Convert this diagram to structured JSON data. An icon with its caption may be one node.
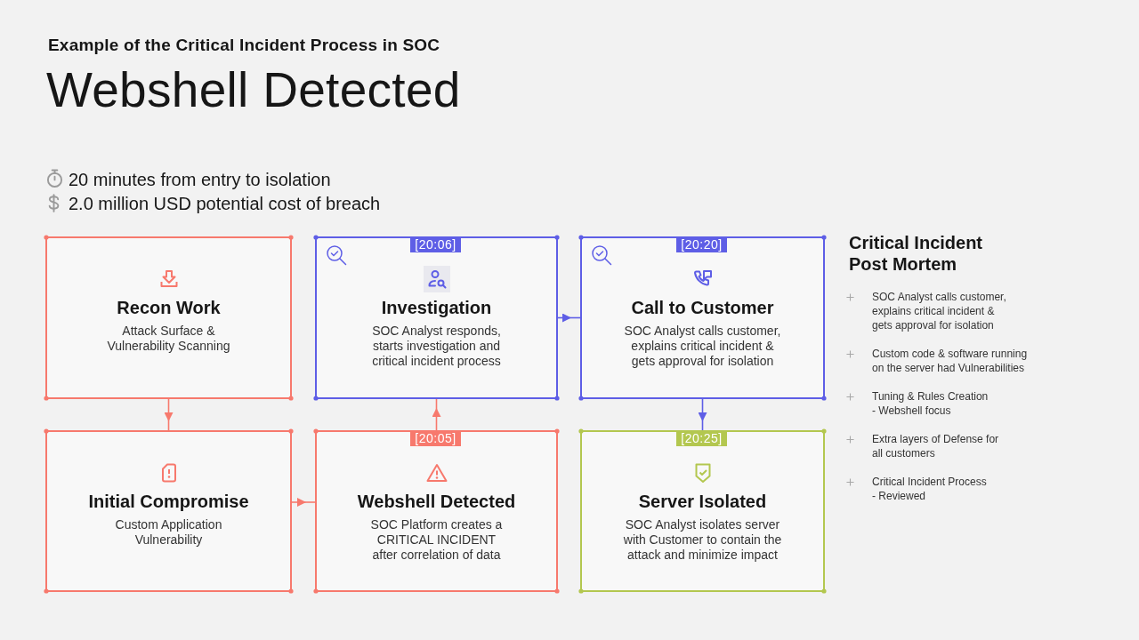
{
  "diagram": {
    "title": "Webshell Detected",
    "nodes": [
      {
        "text": [
          "Recon Work",
          "Attack Surface & Vulnerability Scanning"
        ]
      },
      {
        "text": [
          "[20:06]",
          "Investigation",
          "SOC Analyst responds, starts investigation and critical incident process"
        ]
      },
      {
        "text": [
          "[20:20]",
          "Call to Customer",
          "SOC Analyst calls customer, explains critical incident & gets approval for isolation"
        ]
      },
      {
        "text": [
          "Initial Compromise",
          "Custom Application Vulnerability"
        ]
      },
      {
        "text": [
          "[20:05]",
          "Webshell Detected",
          "SOC Platform creates a CRITICAL INCIDENT after correlation of data"
        ]
      },
      {
        "text": [
          "[20:25]",
          "Server Isolated",
          "SOC Analyst isolates server with Customer to contain the attack and minimize impact"
        ]
      }
    ],
    "edges": [
      {
        "from": 0,
        "to": 3,
        "arrow": "to"
      },
      {
        "from": 3,
        "to": 4,
        "arrow": "to"
      },
      {
        "from": 4,
        "to": 1,
        "arrow": "to"
      },
      {
        "from": 1,
        "to": 2,
        "arrow": "to",
        "color": "#5e5ee6"
      },
      {
        "from": 2,
        "to": 5,
        "arrow": "to",
        "color": "#5e5ee6"
      }
    ],
    "labels": [
      "Example of the Critical Incident Process in SOC",
      "20 minutes from entry to isolation",
      "2.0 million USD potential cost of breach",
      "Critical Incident Post Mortem",
      "SOC Analyst calls customer, explains critical incident & gets approval for isolation",
      "Custom code & software running on the server had Vulnerabilities",
      "Tuning & Rules Creation - Webshell focus",
      "Extra layers of Defense for all customers",
      "Critical Incident Process - Reviewed"
    ]
  }
}
